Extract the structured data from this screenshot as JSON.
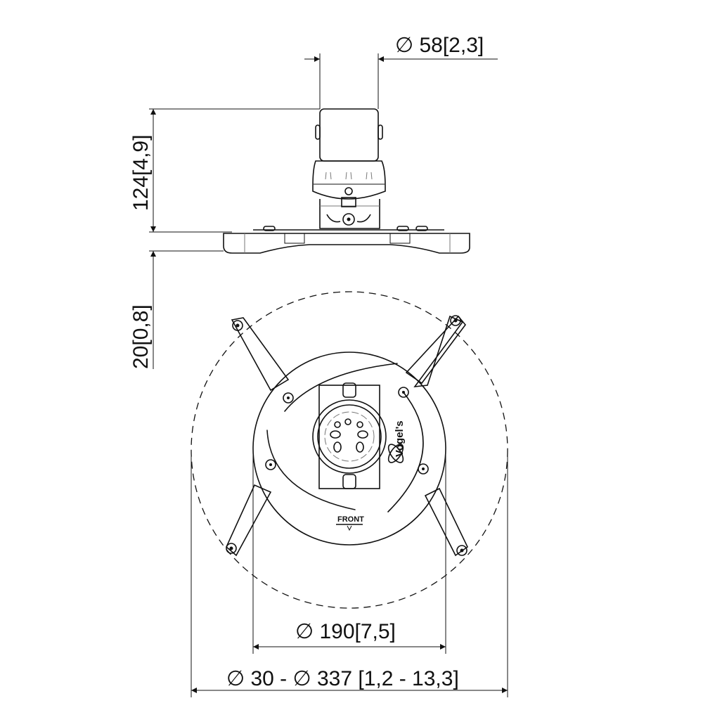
{
  "dimensions": {
    "column_diameter": "∅ 58[2,3]",
    "height": "124[4,9]",
    "plate_thickness": "20[0,8]",
    "plate_diameter": "∅ 190[7,5]",
    "span_range": "∅ 30 - ∅ 337 [1,2 - 13,3]"
  },
  "labels": {
    "front": "FRONT",
    "brand": "Vogel's"
  },
  "colors": {
    "line": "#111111",
    "background": "#ffffff"
  }
}
